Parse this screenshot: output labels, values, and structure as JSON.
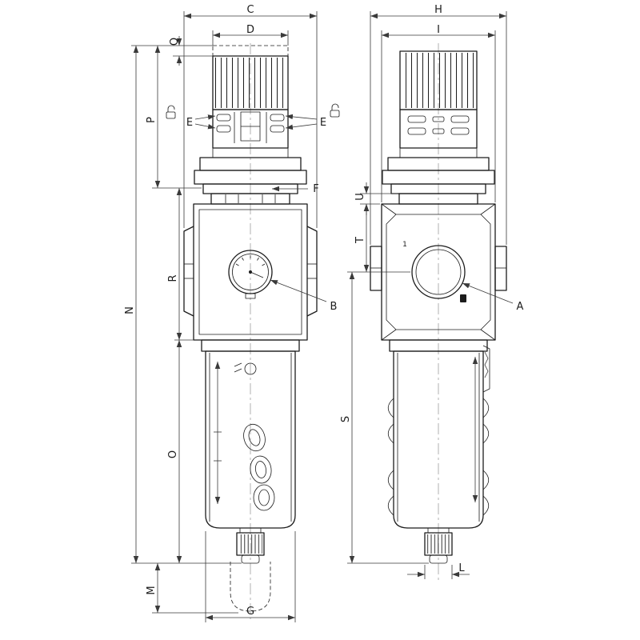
{
  "labels": {
    "left": {
      "C": "C",
      "D": "D",
      "Q": "Q",
      "P": "P",
      "N": "N",
      "R": "R",
      "O": "O",
      "M": "M",
      "G": "G",
      "E_left": "E",
      "E_right": "E",
      "F": "F",
      "B": "B"
    },
    "right": {
      "H": "H",
      "I": "I",
      "U": "U",
      "T": "T",
      "S": "S",
      "A": "A",
      "L": "L",
      "body_mark": "1"
    }
  },
  "icons": {
    "padlock_left": "padlock-icon",
    "padlock_right": "padlock-icon",
    "logo_mark": "logo-mark"
  },
  "colors": {
    "background": "#ffffff",
    "line": "#1c1c1c",
    "dimension": "#3a3a3a"
  }
}
